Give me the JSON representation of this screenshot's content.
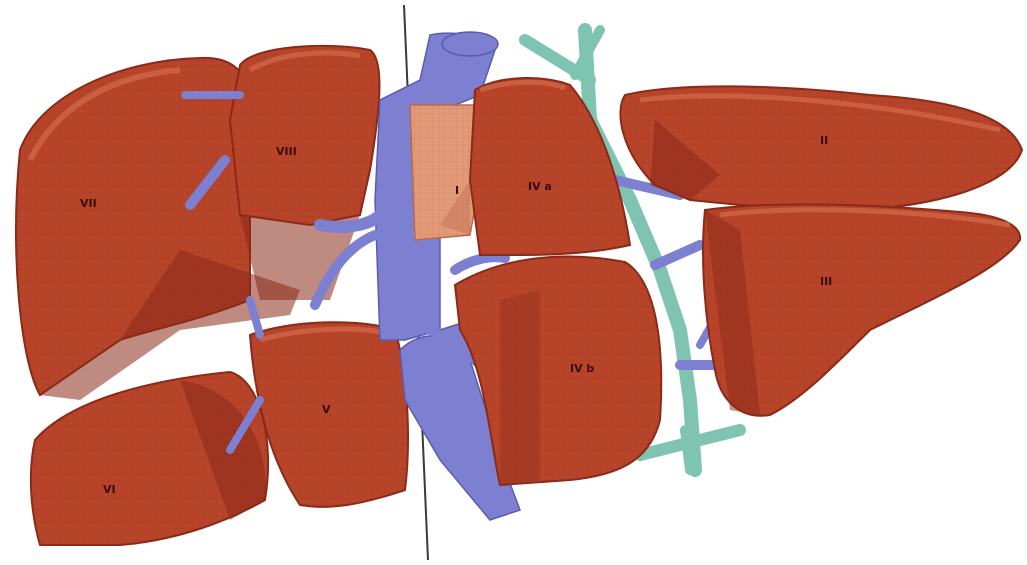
{
  "segments": {
    "vii": "VII",
    "viii": "VIII",
    "i": "I",
    "iva": "IV a",
    "ii": "II",
    "iii": "III",
    "ivb": "IV b",
    "v": "V",
    "vi": "VI"
  },
  "colors": {
    "liver": "#b8442a",
    "liver_dark": "#8a2a18",
    "liver_highlight": "#d46a4c",
    "caudate": "#e29a78",
    "portal_vessel": "#7d7fd0",
    "bile_duct": "#7fc4b0",
    "midline": "#3a3a3a"
  }
}
